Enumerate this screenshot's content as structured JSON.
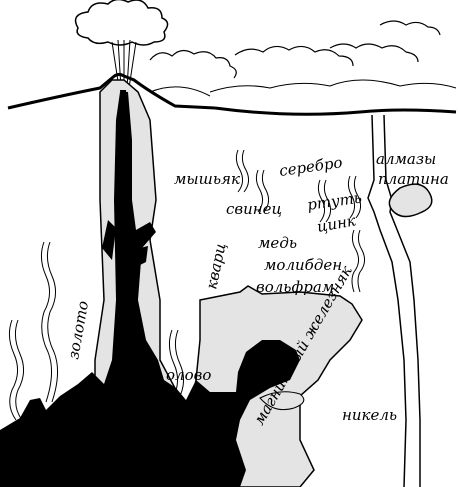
{
  "labels": {
    "arsenic": "мышьяк",
    "silver": "серебро",
    "lead": "свинец",
    "mercury": "ртуть",
    "zinc": "цинк",
    "copper": "медь",
    "molybdenum": "молибден",
    "tungsten": "вольфрам",
    "quartz": "кварц",
    "diamonds": "алмазы",
    "platinum": "платина",
    "gold": "золото",
    "tin": "олово",
    "magnetite": "магнитный железняк",
    "nickel": "никель"
  }
}
